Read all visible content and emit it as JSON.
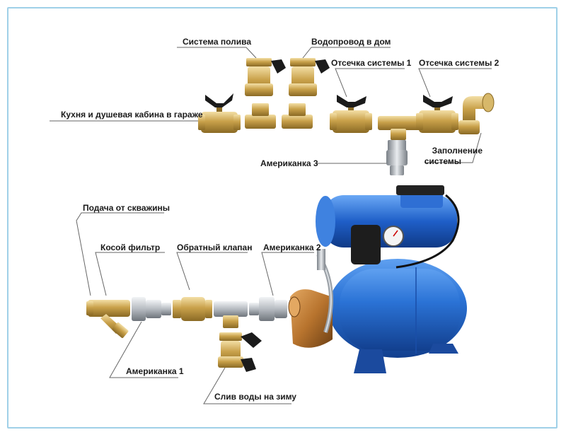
{
  "labels": {
    "irrigation_system": "Система полива",
    "house_water_supply": "Водопровод в дом",
    "system_cutoff_1": "Отсечка системы 1",
    "system_cutoff_2": "Отсечка системы 2",
    "kitchen_garage_shower": "Кухня и душевая кабина в гараже",
    "american_3": "Американка 3",
    "system_fill_line1": "Заполнение",
    "system_fill_line2": "системы",
    "well_supply": "Подача от скважины",
    "angled_filter": "Косой фильтр",
    "check_valve": "Обратный клапан",
    "american_2": "Американка 2",
    "american_1": "Американка 1",
    "winter_drain": "Слив воды на зиму"
  },
  "colors": {
    "frame_border": "#9fd0e8",
    "leader_line": "#666666",
    "brass": "#c9a14a",
    "chrome": "#c4c8cc",
    "handle": "#1b1b1b",
    "pump_blue": "#1f5fc8",
    "tank_blue": "#2b73d6",
    "bronze": "#b8742e"
  }
}
